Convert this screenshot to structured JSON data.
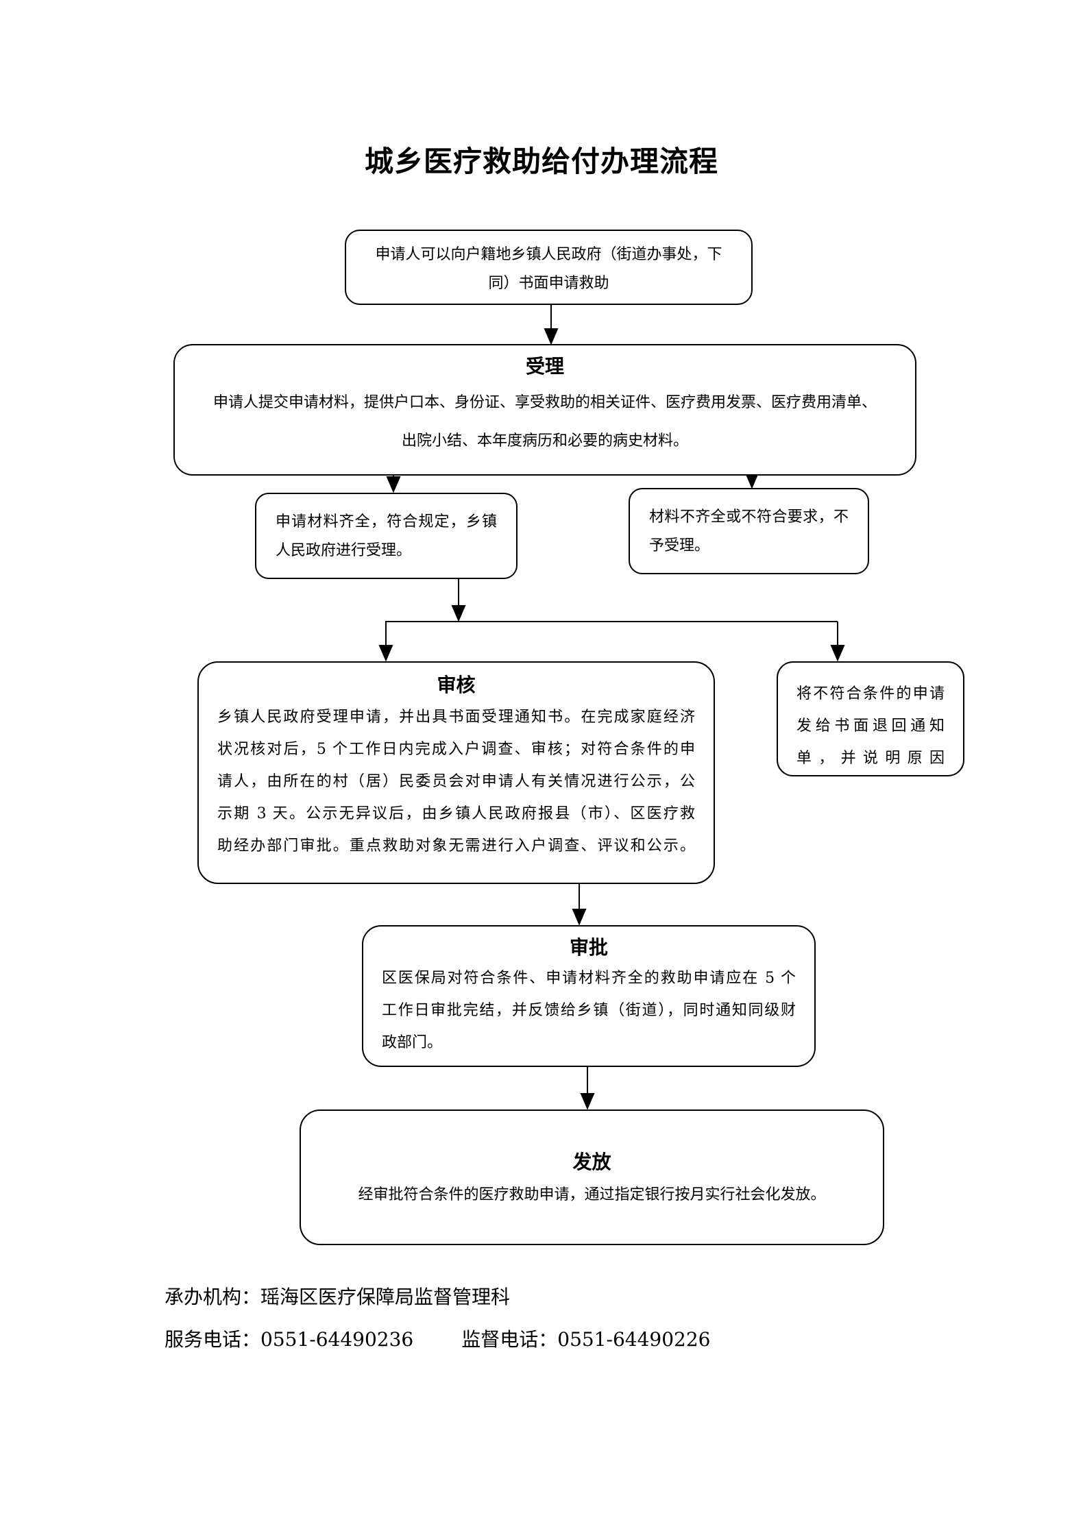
{
  "page_title": "城乡医疗救助给付办理流程",
  "flow": {
    "start": {
      "lines": [
        "申请人可以向户籍地乡镇人民政府（街道办事处，下",
        "同）书面申请救助"
      ]
    },
    "accept": {
      "title": "受理",
      "lines": [
        "申请人提交申请材料，提供户口本、身份证、享受救助的相关证件、医疗费用发票、医疗费用清单、",
        "出院小结、本年度病历和必要的病史材料。"
      ]
    },
    "complete": {
      "lines": [
        "申请材料齐全，符合规定，乡镇",
        "人民政府进行受理。"
      ]
    },
    "incomplete": {
      "lines": [
        "材料不齐全或不符合要求，不",
        "予受理。"
      ]
    },
    "review": {
      "title": "审核",
      "lines": [
        "乡镇人民政府受理申请，并出具书面受理通知书。在完成家庭经济",
        "状况核对后，5 个工作日内完成入户调查、审核；对符合条件的申",
        "请人，由所在的村（居）民委员会对申请人有关情况进行公示，公",
        "示期 3 天。公示无异议后，由乡镇人民政府报县（市）、区医疗救",
        "助经办部门审批。重点救助对象无需进行入户调查、评议和公示。"
      ]
    },
    "return_notice": {
      "lines": [
        "将不符合条件的申请",
        "发给书面退回通知",
        "单，并说明原因"
      ]
    },
    "approve": {
      "title": "审批",
      "lines": [
        "区医保局对符合条件、申请材料齐全的救助申请应在 5 个",
        "工作日审批完结，并反馈给乡镇（街道），同时通知同级财",
        "政部门。"
      ]
    },
    "grant": {
      "title": "发放",
      "lines": [
        "经审批符合条件的医疗救助申请，通过指定银行按月实行社会化发放。"
      ]
    }
  },
  "footer": {
    "agency": "承办机构：瑶海区医疗保障局监督管理科",
    "service_phone": "服务电话：0551-64490236",
    "supervise_phone": "监督电话：0551-64490226"
  },
  "colors": {
    "line": "#000000",
    "background": "#ffffff",
    "text": "#000000"
  }
}
